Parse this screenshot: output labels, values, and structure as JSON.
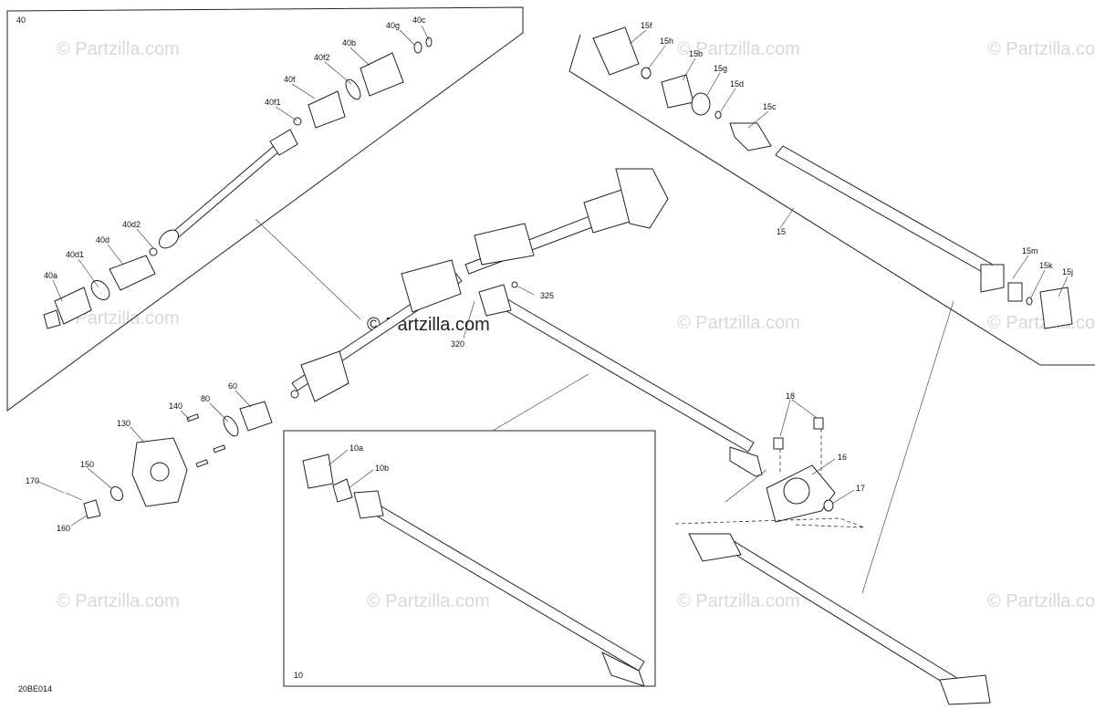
{
  "diagram_code": "20BE014",
  "watermarks": {
    "small": "© Partzilla.com",
    "center": "© Partzilla.com"
  },
  "callouts": {
    "c40": "40",
    "c40g": "40g",
    "c40c": "40c",
    "c40b": "40b",
    "c40f2": "40f2",
    "c40f": "40f",
    "c40f1": "40f1",
    "c40d2": "40d2",
    "c40d": "40d",
    "c40d1": "40d1",
    "c40a": "40a",
    "c15f": "15f",
    "c15h": "15h",
    "c15b": "15b",
    "c15g": "15g",
    "c15d": "15d",
    "c15c": "15c",
    "c15": "15",
    "c15m": "15m",
    "c15k": "15k",
    "c15j": "15j",
    "c325": "325",
    "c320": "320",
    "c140": "140",
    "c80": "80",
    "c60": "60",
    "c130": "130",
    "c150": "150",
    "c170": "170",
    "c160": "160",
    "c18": "18",
    "c16": "16",
    "c17": "17",
    "c10a": "10a",
    "c10b": "10b",
    "c10": "10"
  }
}
